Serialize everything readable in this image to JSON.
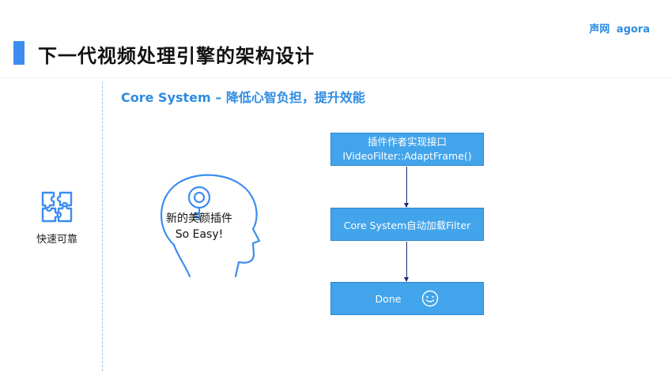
{
  "slide": {
    "title": "下一代视频处理引擎的架构设计",
    "brand_cn": "声网",
    "brand_en": "agora",
    "side_label": "快速可靠",
    "subtitle": "Core System – 降低心智负担，提升效能"
  },
  "head_bubble": {
    "line1": "新的美颜插件",
    "line2": "So Easy!"
  },
  "flow": {
    "step1_line1": "插件作者实现接口",
    "step1_line2": "IVideoFilter::AdaptFrame()",
    "step2": "Core System自动加载Filter",
    "step3": "Done"
  },
  "colors": {
    "accent": "#3d8df0",
    "box_fill": "#42a4eb",
    "arrow": "#1b2a7a"
  },
  "icons": [
    "puzzle-icon",
    "key-icon",
    "smiley-icon"
  ]
}
